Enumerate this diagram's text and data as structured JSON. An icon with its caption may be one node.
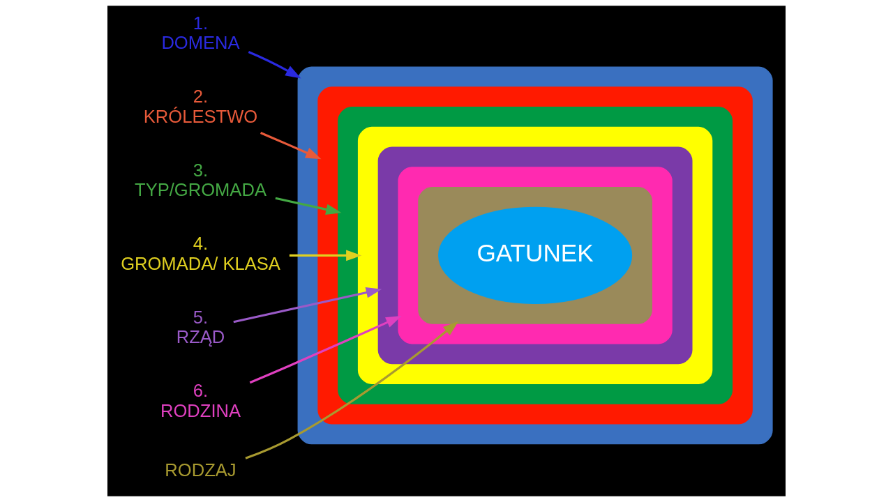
{
  "diagram": {
    "nodes": [
      {
        "text": [],
        "shape": "ellipse"
      },
      {
        "text": [],
        "shape": "ellipse",
        "in": 0
      },
      {
        "text": [],
        "shape": "ellipse",
        "in": 1
      },
      {
        "text": [],
        "shape": "ellipse",
        "in": 2
      },
      {
        "text": [],
        "shape": "ellipse",
        "in": 3
      },
      {
        "text": [],
        "shape": "ellipse",
        "in": 4
      },
      {
        "text": [],
        "shape": "ellipse",
        "in": 5
      },
      {
        "text": [
          "GATUNEK"
        ],
        "in": 6
      },
      {
        "text": [
          "1.",
          "DOMENA"
        ]
      },
      {
        "text": [
          "2.",
          "KRÓLESTWO"
        ]
      },
      {
        "text": [
          "3.",
          "TYP/GROMADA"
        ]
      },
      {
        "text": [
          "4.",
          "GROMADA/ KLASA"
        ]
      },
      {
        "text": [
          "5.",
          "RZĄD"
        ]
      },
      {
        "text": [
          "6.",
          "RODZINA"
        ]
      },
      {
        "text": [
          "RODZAJ"
        ]
      }
    ],
    "edges": [
      {
        "from": 8,
        "to": 0,
        "arrow": "to",
        "color": "#2a2ae0"
      },
      {
        "from": 9,
        "to": 1,
        "arrow": "to",
        "color": "#e85a3a"
      },
      {
        "from": 10,
        "to": 2,
        "arrow": "to",
        "color": "#44a844"
      },
      {
        "from": 11,
        "to": 3,
        "arrow": "to",
        "color": "#e0d020"
      },
      {
        "from": 12,
        "to": 4,
        "arrow": "to",
        "color": "#9a5ac8"
      },
      {
        "from": 13,
        "to": 5,
        "arrow": "to",
        "color": "#e040c0"
      },
      {
        "from": 14,
        "to": 6,
        "arrow": "to",
        "color": "#a89a30"
      }
    ]
  }
}
